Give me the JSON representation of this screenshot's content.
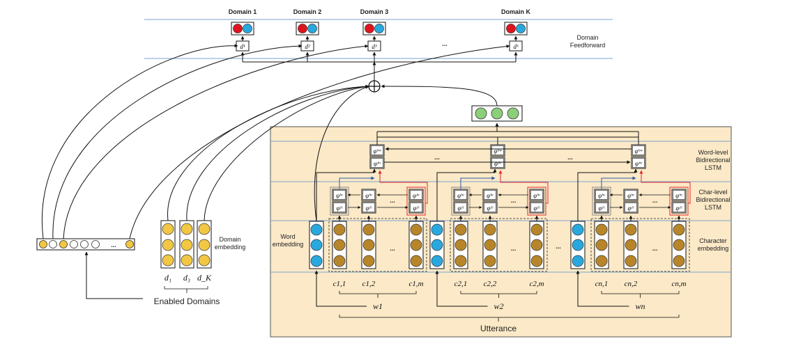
{
  "domains": {
    "labels": [
      "Domain 1",
      "Domain 2",
      "Domain 3",
      "Domain K"
    ],
    "nodes": [
      "d¹",
      "d²",
      "d³",
      "dᵏ"
    ],
    "feedforward_label": [
      "Domain",
      "Feedforward"
    ],
    "ellipsis": "..."
  },
  "domain_embedding": {
    "label": [
      "Domain",
      "embedding"
    ],
    "columns": [
      "d₁",
      "d₃",
      "d_K"
    ],
    "enabled_label": "Enabled Domains",
    "bitvector_ellipsis": "..."
  },
  "word_lstm": {
    "label": [
      "Word-level",
      "Bidirectional",
      "LSTM"
    ],
    "cell_b": "φᵇʷ",
    "cell_f": "φᶠʷ",
    "ellipsis": "..."
  },
  "char_lstm": {
    "label": [
      "Char-level",
      "Bidirectional",
      "LSTM"
    ],
    "cell_b": "φᵇᶜ",
    "cell_f": "φᶠᶜ",
    "ellipsis": "..."
  },
  "character_embedding": {
    "label": [
      "Character",
      "embedding"
    ]
  },
  "word_embedding": {
    "label": [
      "Word",
      "embedding"
    ]
  },
  "groups": [
    {
      "chars": [
        "c1,1",
        "c1,2",
        "c1,m"
      ],
      "word": "w1"
    },
    {
      "chars": [
        "c2,1",
        "c2,2",
        "c2,m"
      ],
      "word": "w2"
    },
    {
      "chars": [
        "cn,1",
        "cn,2",
        "cn,m"
      ],
      "word": "wn"
    }
  ],
  "utterance_label": "Utterance",
  "colors": {
    "red": "#e0141e",
    "blue": "#29a8dd",
    "green": "#8ccf7a",
    "yellow": "#f2c744",
    "brown": "#b8862a",
    "panel": "#fbe9c7",
    "rule": "#7ba3cf"
  }
}
